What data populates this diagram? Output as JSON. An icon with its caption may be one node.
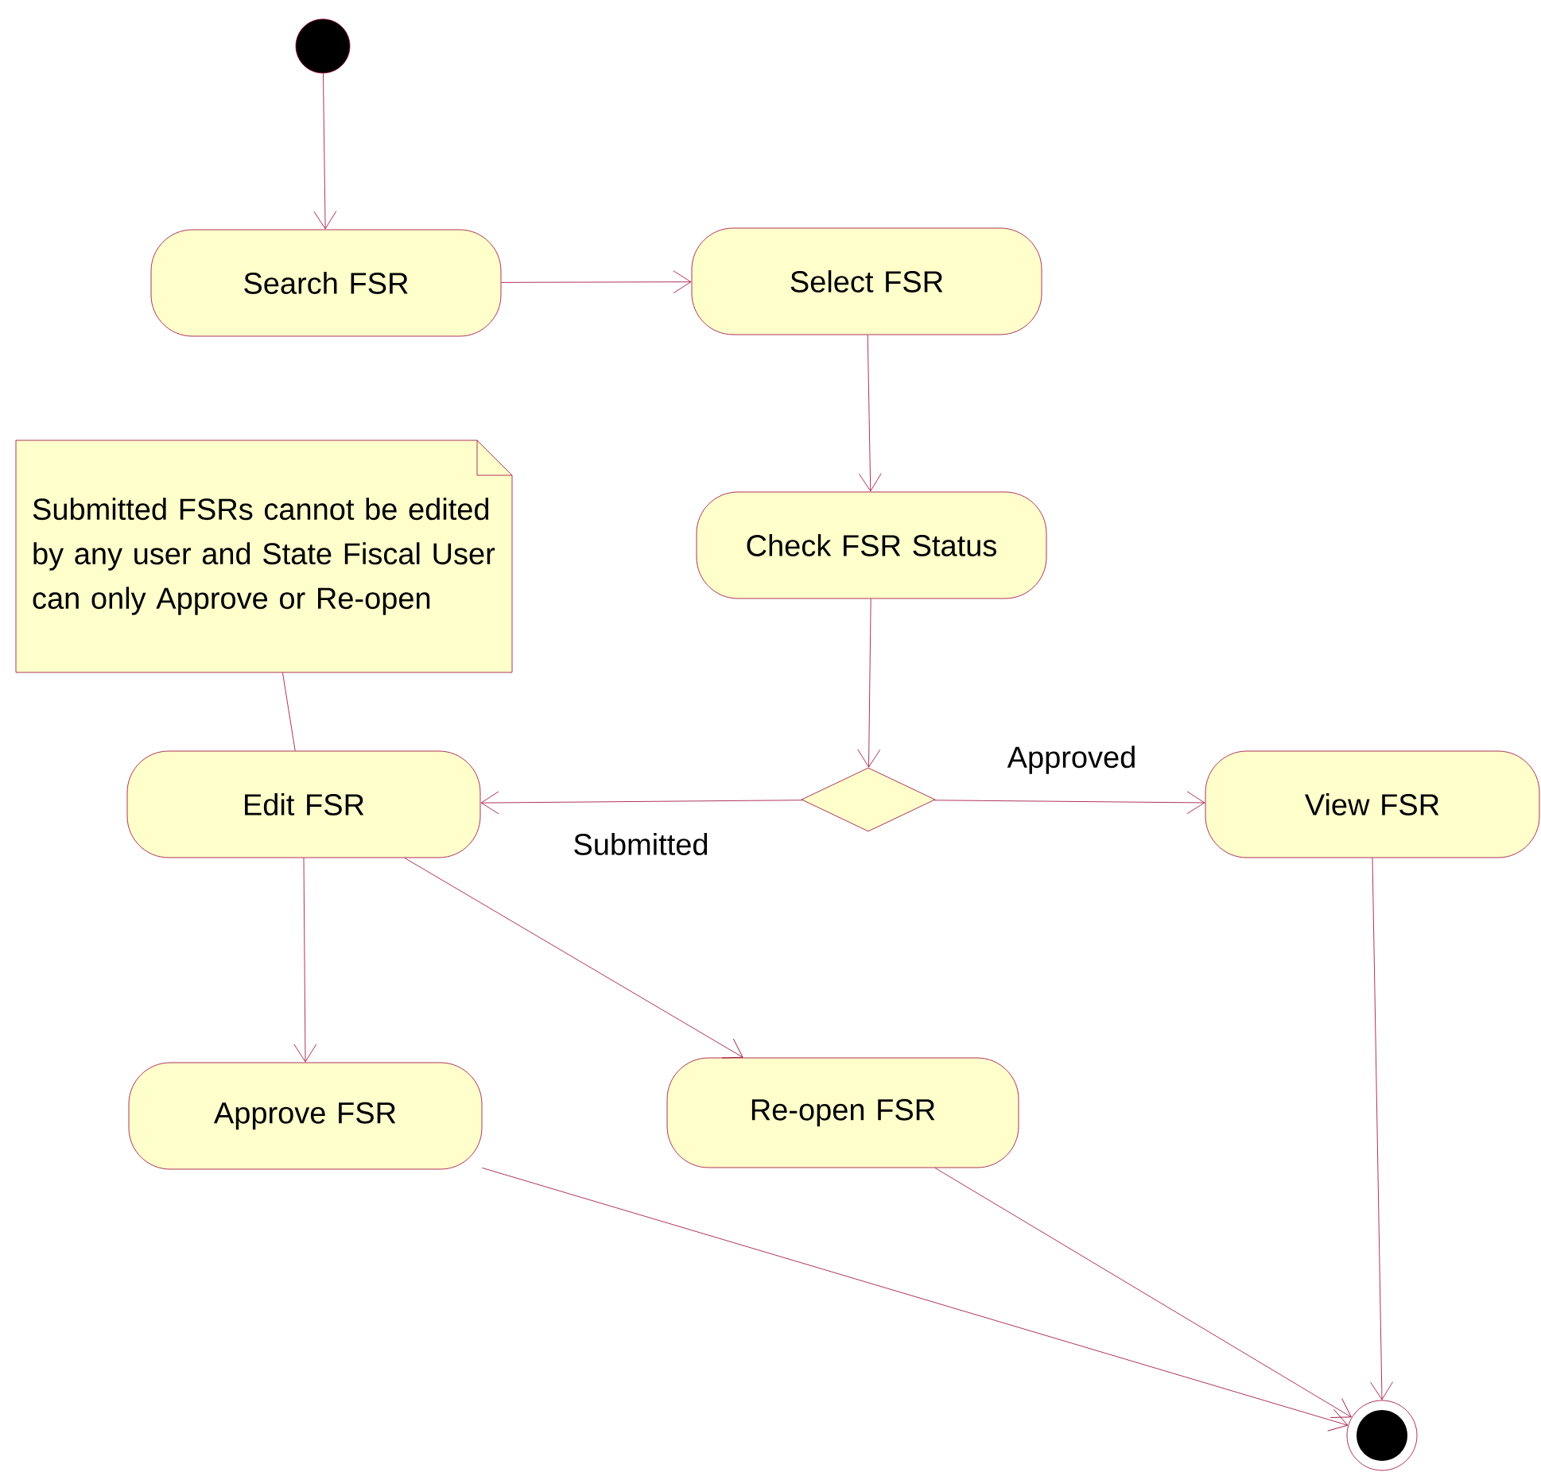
{
  "diagram": {
    "nodes": [
      {
        "text": [],
        "shape": "circle"
      },
      {
        "text": [
          "Search FSR"
        ]
      },
      {
        "text": [
          "Select FSR"
        ]
      },
      {
        "text": [
          "Submitted FSRs cannot be edited by any user and State Fiscal User can only Approve or Re-open"
        ]
      },
      {
        "text": [
          "Check FSR Status"
        ]
      },
      {
        "text": [
          "Edit FSR"
        ]
      },
      {
        "text": [],
        "shape": "diamond"
      },
      {
        "text": [
          "View FSR"
        ]
      },
      {
        "text": [
          "Approve FSR"
        ]
      },
      {
        "text": [
          "Re-open FSR"
        ]
      },
      {
        "text": [],
        "shape": "bullseye"
      }
    ],
    "edges": [
      {
        "from": 0,
        "to": 1,
        "arrow": "to"
      },
      {
        "from": 1,
        "to": 2,
        "arrow": "to"
      },
      {
        "from": 2,
        "to": 4,
        "arrow": "to"
      },
      {
        "from": 4,
        "to": 6,
        "arrow": "to"
      },
      {
        "from": 6,
        "to": 5,
        "arrow": "to",
        "label": "Submitted"
      },
      {
        "from": 6,
        "to": 7,
        "arrow": "to",
        "label": "Approved"
      },
      {
        "from": 5,
        "to": 8,
        "arrow": "to"
      },
      {
        "from": 5,
        "to": 9,
        "arrow": "to"
      },
      {
        "from": 8,
        "to": 10,
        "arrow": "to"
      },
      {
        "from": 9,
        "to": 10,
        "arrow": "to"
      },
      {
        "from": 7,
        "to": 10,
        "arrow": "to"
      },
      {
        "from": 3,
        "to": 5,
        "arrow": "none"
      }
    ]
  }
}
